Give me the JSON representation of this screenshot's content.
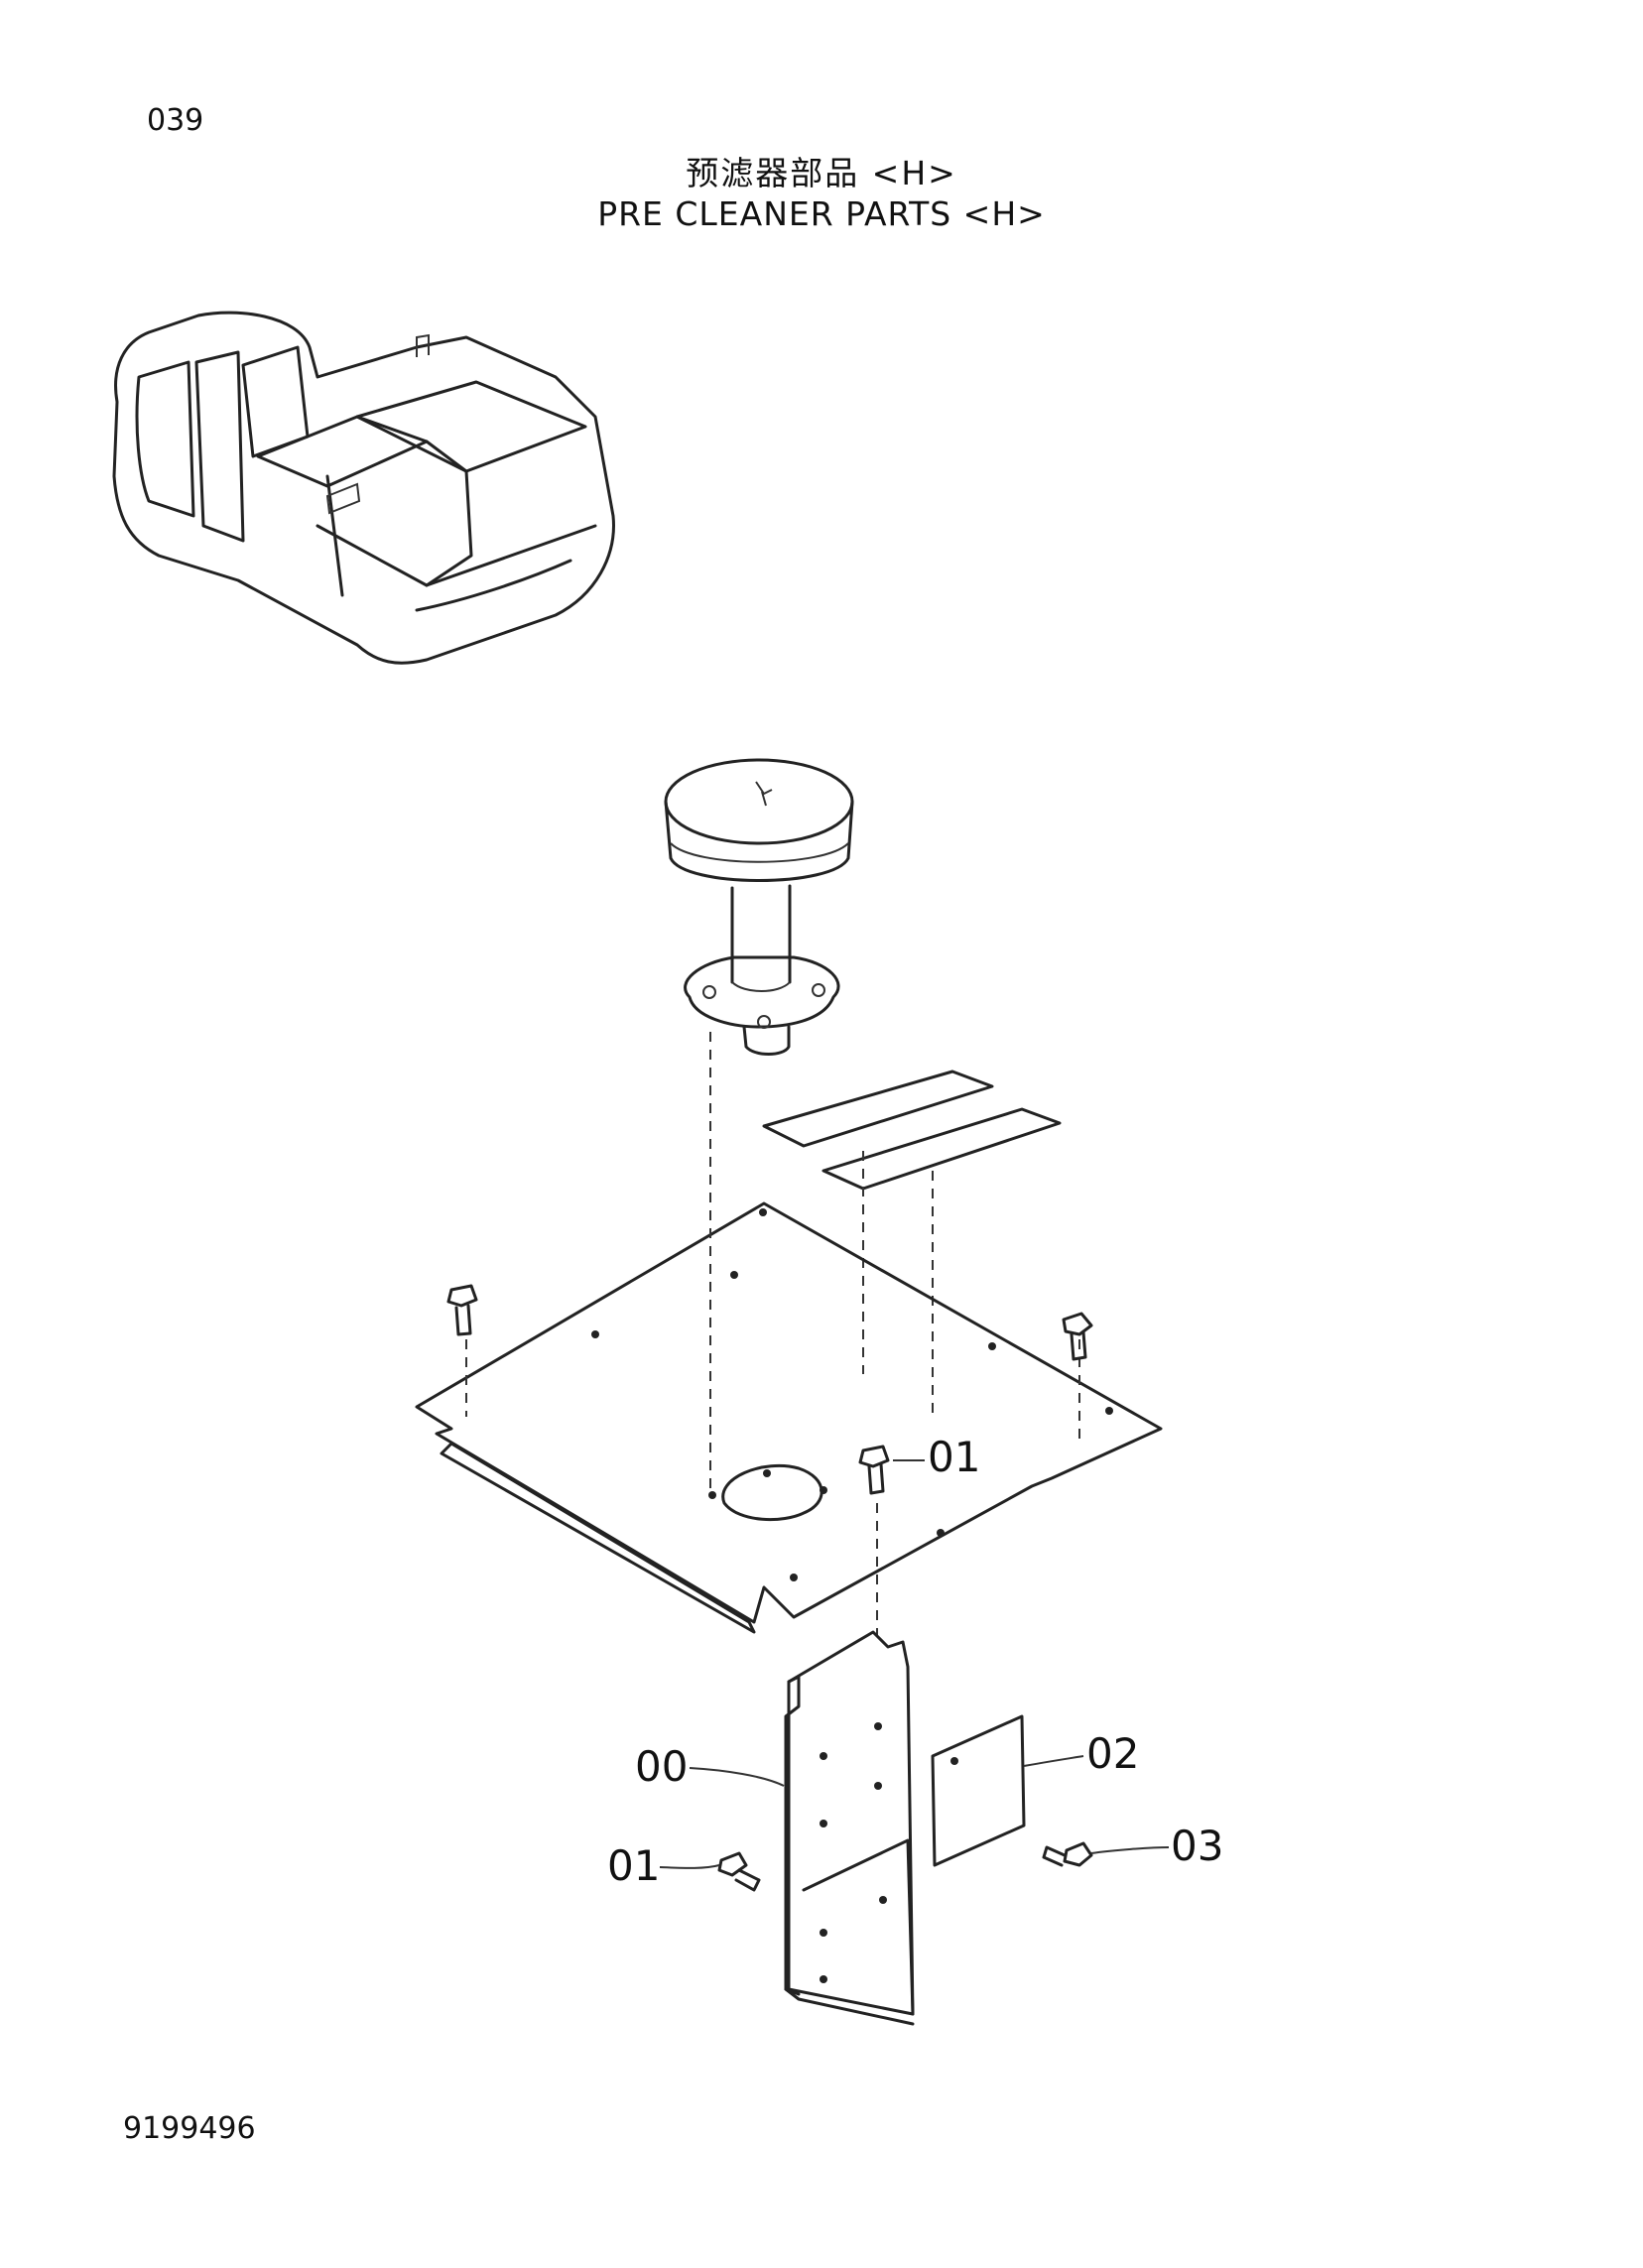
{
  "page": {
    "page_number": "039",
    "title_cn": "预滤器部品 <H>",
    "title_en": "PRE CLEANER PARTS <H>",
    "doc_number": "9199496"
  },
  "callouts": [
    {
      "id": "callout-01-top",
      "label": "01"
    },
    {
      "id": "callout-00",
      "label": "00"
    },
    {
      "id": "callout-02",
      "label": "02"
    },
    {
      "id": "callout-01-bottom",
      "label": "01"
    },
    {
      "id": "callout-03",
      "label": "03"
    }
  ],
  "icons": [
    "excavator-overview-icon",
    "pre-cleaner-icon",
    "bolt-icon",
    "cover-plate-icon",
    "bracket-icon",
    "seal-pad-icon"
  ]
}
